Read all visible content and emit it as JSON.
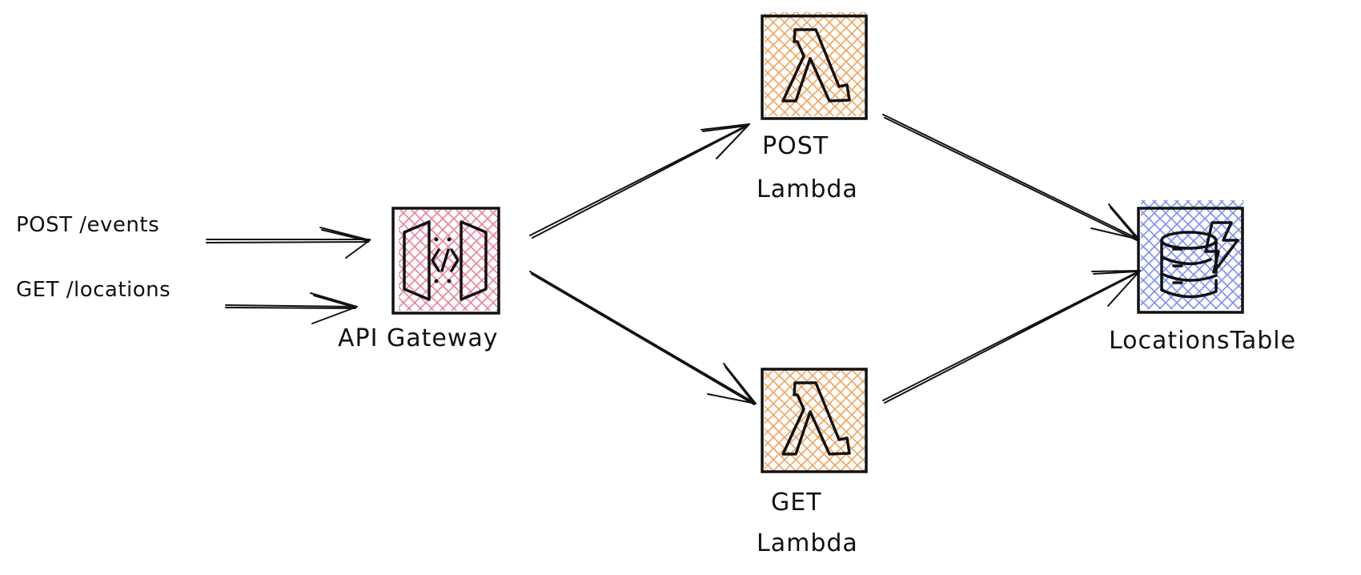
{
  "diagram": {
    "routes": {
      "post_events": "POST /events",
      "get_locations": "GET /locations"
    },
    "nodes": {
      "api_gateway": {
        "label": "API Gateway",
        "icon": "api-gateway-icon",
        "color": "#e8829b"
      },
      "post_lambda": {
        "label_line1": "POST",
        "label_line2": "Lambda",
        "icon": "lambda-icon",
        "color": "#f0a35e"
      },
      "get_lambda": {
        "label_line1": "GET",
        "label_line2": "Lambda",
        "icon": "lambda-icon",
        "color": "#f0a35e"
      },
      "locations_table": {
        "label": "LocationsTable",
        "icon": "dynamodb-table-icon",
        "color": "#7b8ff0"
      }
    },
    "edges": [
      {
        "from": "POST /events",
        "to": "API Gateway"
      },
      {
        "from": "GET /locations",
        "to": "API Gateway"
      },
      {
        "from": "API Gateway",
        "to": "POST Lambda"
      },
      {
        "from": "API Gateway",
        "to": "GET Lambda"
      },
      {
        "from": "POST Lambda",
        "to": "LocationsTable"
      },
      {
        "from": "GET Lambda",
        "to": "LocationsTable"
      }
    ]
  }
}
